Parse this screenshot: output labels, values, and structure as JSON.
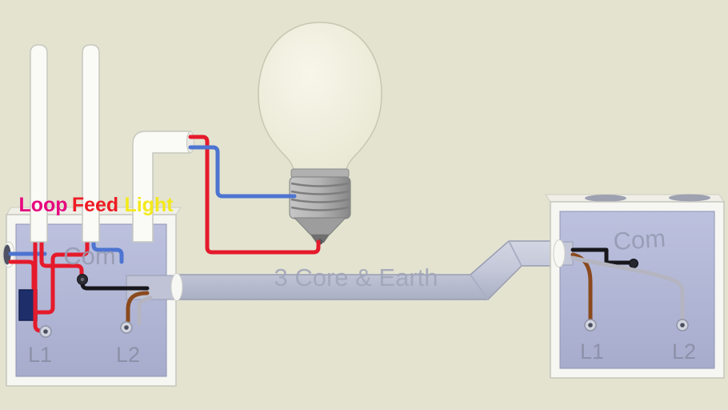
{
  "scene": {
    "labels": {
      "loop": "Loop",
      "feed": "Feed",
      "light": "Light",
      "cable": "3 Core & Earth"
    },
    "left_box": {
      "com": "Com",
      "l1": "L1",
      "l2": "L2"
    },
    "right_box": {
      "com": "Com",
      "l1": "L1",
      "l2": "L2"
    },
    "colors": {
      "background": "#e3e3d0",
      "loop_label": "#e6077e",
      "feed_label": "#ed1c24",
      "light_label": "#f3e91c",
      "watermark_text": "#979cb4",
      "box_face": "#b7bcda",
      "box_frame": "#f6f6f2",
      "tube": "#c3c7d8",
      "bulb_glass": "#f1f0de",
      "bulb_base": "#a8a8a8",
      "wire_red": "#e51a2b",
      "wire_blue": "#4d74d1",
      "wire_brown": "#8a4a1e",
      "wire_black": "#17171c",
      "wire_gray": "#b4b5c0",
      "connector_block": "#1d2e6b"
    }
  }
}
